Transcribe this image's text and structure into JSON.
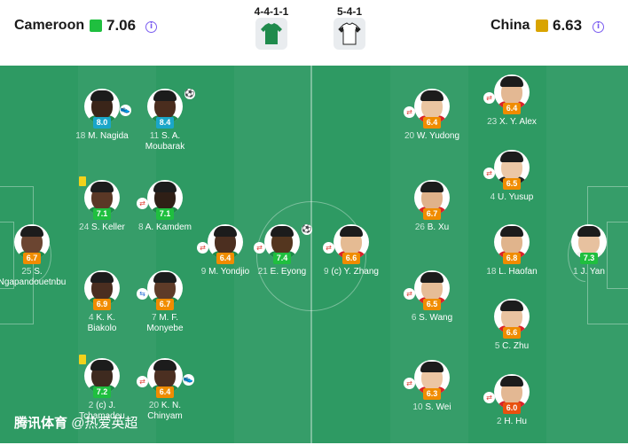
{
  "home": {
    "name": "Cameroon",
    "rating": "7.06",
    "rating_color": "#1fbf3f",
    "formation": "4-4-1-1",
    "kit_color": "#1f8a4c"
  },
  "away": {
    "name": "China",
    "rating": "6.63",
    "rating_color": "#d9a400",
    "formation": "5-4-1",
    "kit_color": "#ffffff"
  },
  "colors": {
    "pitch": "#2e9a63",
    "rating_green": "#1fbf3f",
    "rating_teal": "#1aa6c9",
    "rating_orange": "#f08c00",
    "rating_red": "#e8510f"
  },
  "players": [
    {
      "num": "25",
      "name": "S.",
      "name2": "Ngapandouetnbu",
      "rating": "6.7"
    },
    {
      "num": "2",
      "name": "(c) J.",
      "name2": "Tchamadeu",
      "rating": "7.2"
    },
    {
      "num": "4",
      "name": "K. K.",
      "name2": "Biakolo",
      "rating": "6.9"
    },
    {
      "num": "24",
      "name": "S. Keller",
      "name2": "",
      "rating": "7.1"
    },
    {
      "num": "18",
      "name": "M. Nagida",
      "name2": "",
      "rating": "8.0"
    },
    {
      "num": "20",
      "name": "K. N.",
      "name2": "Chinyam",
      "rating": "6.4"
    },
    {
      "num": "7",
      "name": "M. F.",
      "name2": "Monyebe",
      "rating": "6.7"
    },
    {
      "num": "8",
      "name": "A. Kamdem",
      "name2": "",
      "rating": "7.1"
    },
    {
      "num": "11",
      "name": "S. A.",
      "name2": "Moubarak",
      "rating": "8.4"
    },
    {
      "num": "9",
      "name": "M. Yondjio",
      "name2": "",
      "rating": "6.4"
    },
    {
      "num": "21",
      "name": "E. Eyong",
      "name2": "",
      "rating": "7.4"
    },
    {
      "num": "1",
      "name": "J. Yan",
      "name2": "",
      "rating": "7.3"
    },
    {
      "num": "23",
      "name": "X. Y. Alex",
      "name2": "",
      "rating": "6.4"
    },
    {
      "num": "4",
      "name": "U. Yusup",
      "name2": "",
      "rating": "6.5"
    },
    {
      "num": "18",
      "name": "L. Haofan",
      "name2": "",
      "rating": "6.8"
    },
    {
      "num": "5",
      "name": "C. Zhu",
      "name2": "",
      "rating": "6.6"
    },
    {
      "num": "2",
      "name": "H. Hu",
      "name2": "",
      "rating": "6.0"
    },
    {
      "num": "20",
      "name": "W. Yudong",
      "name2": "",
      "rating": "6.4"
    },
    {
      "num": "26",
      "name": "B. Xu",
      "name2": "",
      "rating": "6.7"
    },
    {
      "num": "6",
      "name": "S. Wang",
      "name2": "",
      "rating": "6.5"
    },
    {
      "num": "10",
      "name": "S. Wei",
      "name2": "",
      "rating": "6.3"
    },
    {
      "num": "9",
      "name": "(c) Y. Zhang",
      "name2": "",
      "rating": "6.6"
    }
  ],
  "watermark": {
    "brand": "腾讯体育",
    "author": "@热爱英超"
  },
  "icons": {
    "info": "info-icon",
    "substitution": "substitution-icon",
    "goal": "goal-icon",
    "yellow_card": "yellow-card-icon",
    "assist": "assist-icon"
  }
}
